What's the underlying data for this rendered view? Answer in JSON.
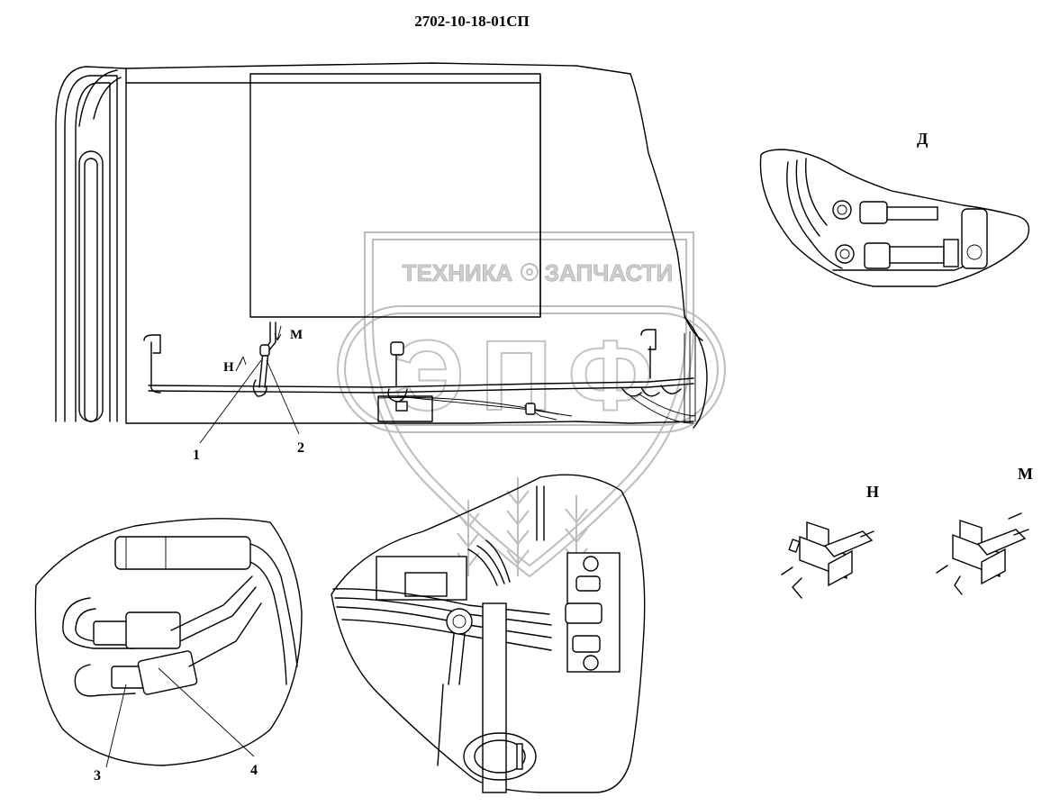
{
  "drawing": {
    "code": "2702-10-18-01СП"
  },
  "views": {
    "detail_d": "Д",
    "detail_n": "Н",
    "detail_m": "М"
  },
  "callouts": {
    "c1": "1",
    "c2": "2",
    "c3": "3",
    "c4": "4",
    "arrow_n": "Н",
    "arrow_m": "М"
  },
  "watermark": {
    "text_left": "ТЕХНИКА",
    "text_right": "ЗАПЧАСТИ",
    "letters": "ЭПФ"
  }
}
